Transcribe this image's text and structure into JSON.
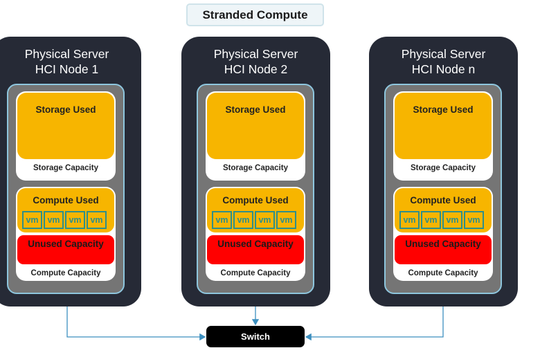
{
  "title": "Stranded Compute",
  "servers": [
    {
      "line1": "Physical Server",
      "line2": "HCI Node 1",
      "storage_used": "Storage Used",
      "storage_capacity": "Storage Capacity",
      "compute_used": "Compute Used",
      "vms": [
        "vm",
        "vm",
        "vm",
        "vm"
      ],
      "unused_capacity": "Unused Capacity",
      "compute_capacity": "Compute Capacity"
    },
    {
      "line1": "Physical Server",
      "line2": "HCI Node 2",
      "storage_used": "Storage Used",
      "storage_capacity": "Storage Capacity",
      "compute_used": "Compute Used",
      "vms": [
        "vm",
        "vm",
        "vm",
        "vm"
      ],
      "unused_capacity": "Unused Capacity",
      "compute_capacity": "Compute Capacity"
    },
    {
      "line1": "Physical Server",
      "line2": "HCI Node n",
      "storage_used": "Storage Used",
      "storage_capacity": "Storage Capacity",
      "compute_used": "Compute Used",
      "vms": [
        "vm",
        "vm",
        "vm",
        "vm"
      ],
      "unused_capacity": "Unused Capacity",
      "compute_capacity": "Compute Capacity"
    }
  ],
  "switch_label": "Switch",
  "colors": {
    "server_bg": "#262a36",
    "panel_bg": "#757575",
    "panel_border": "#8ec6de",
    "used": "#f7b500",
    "unused": "#ff0000",
    "vm": "#2f8f8a",
    "link": "#3c8fbf"
  }
}
